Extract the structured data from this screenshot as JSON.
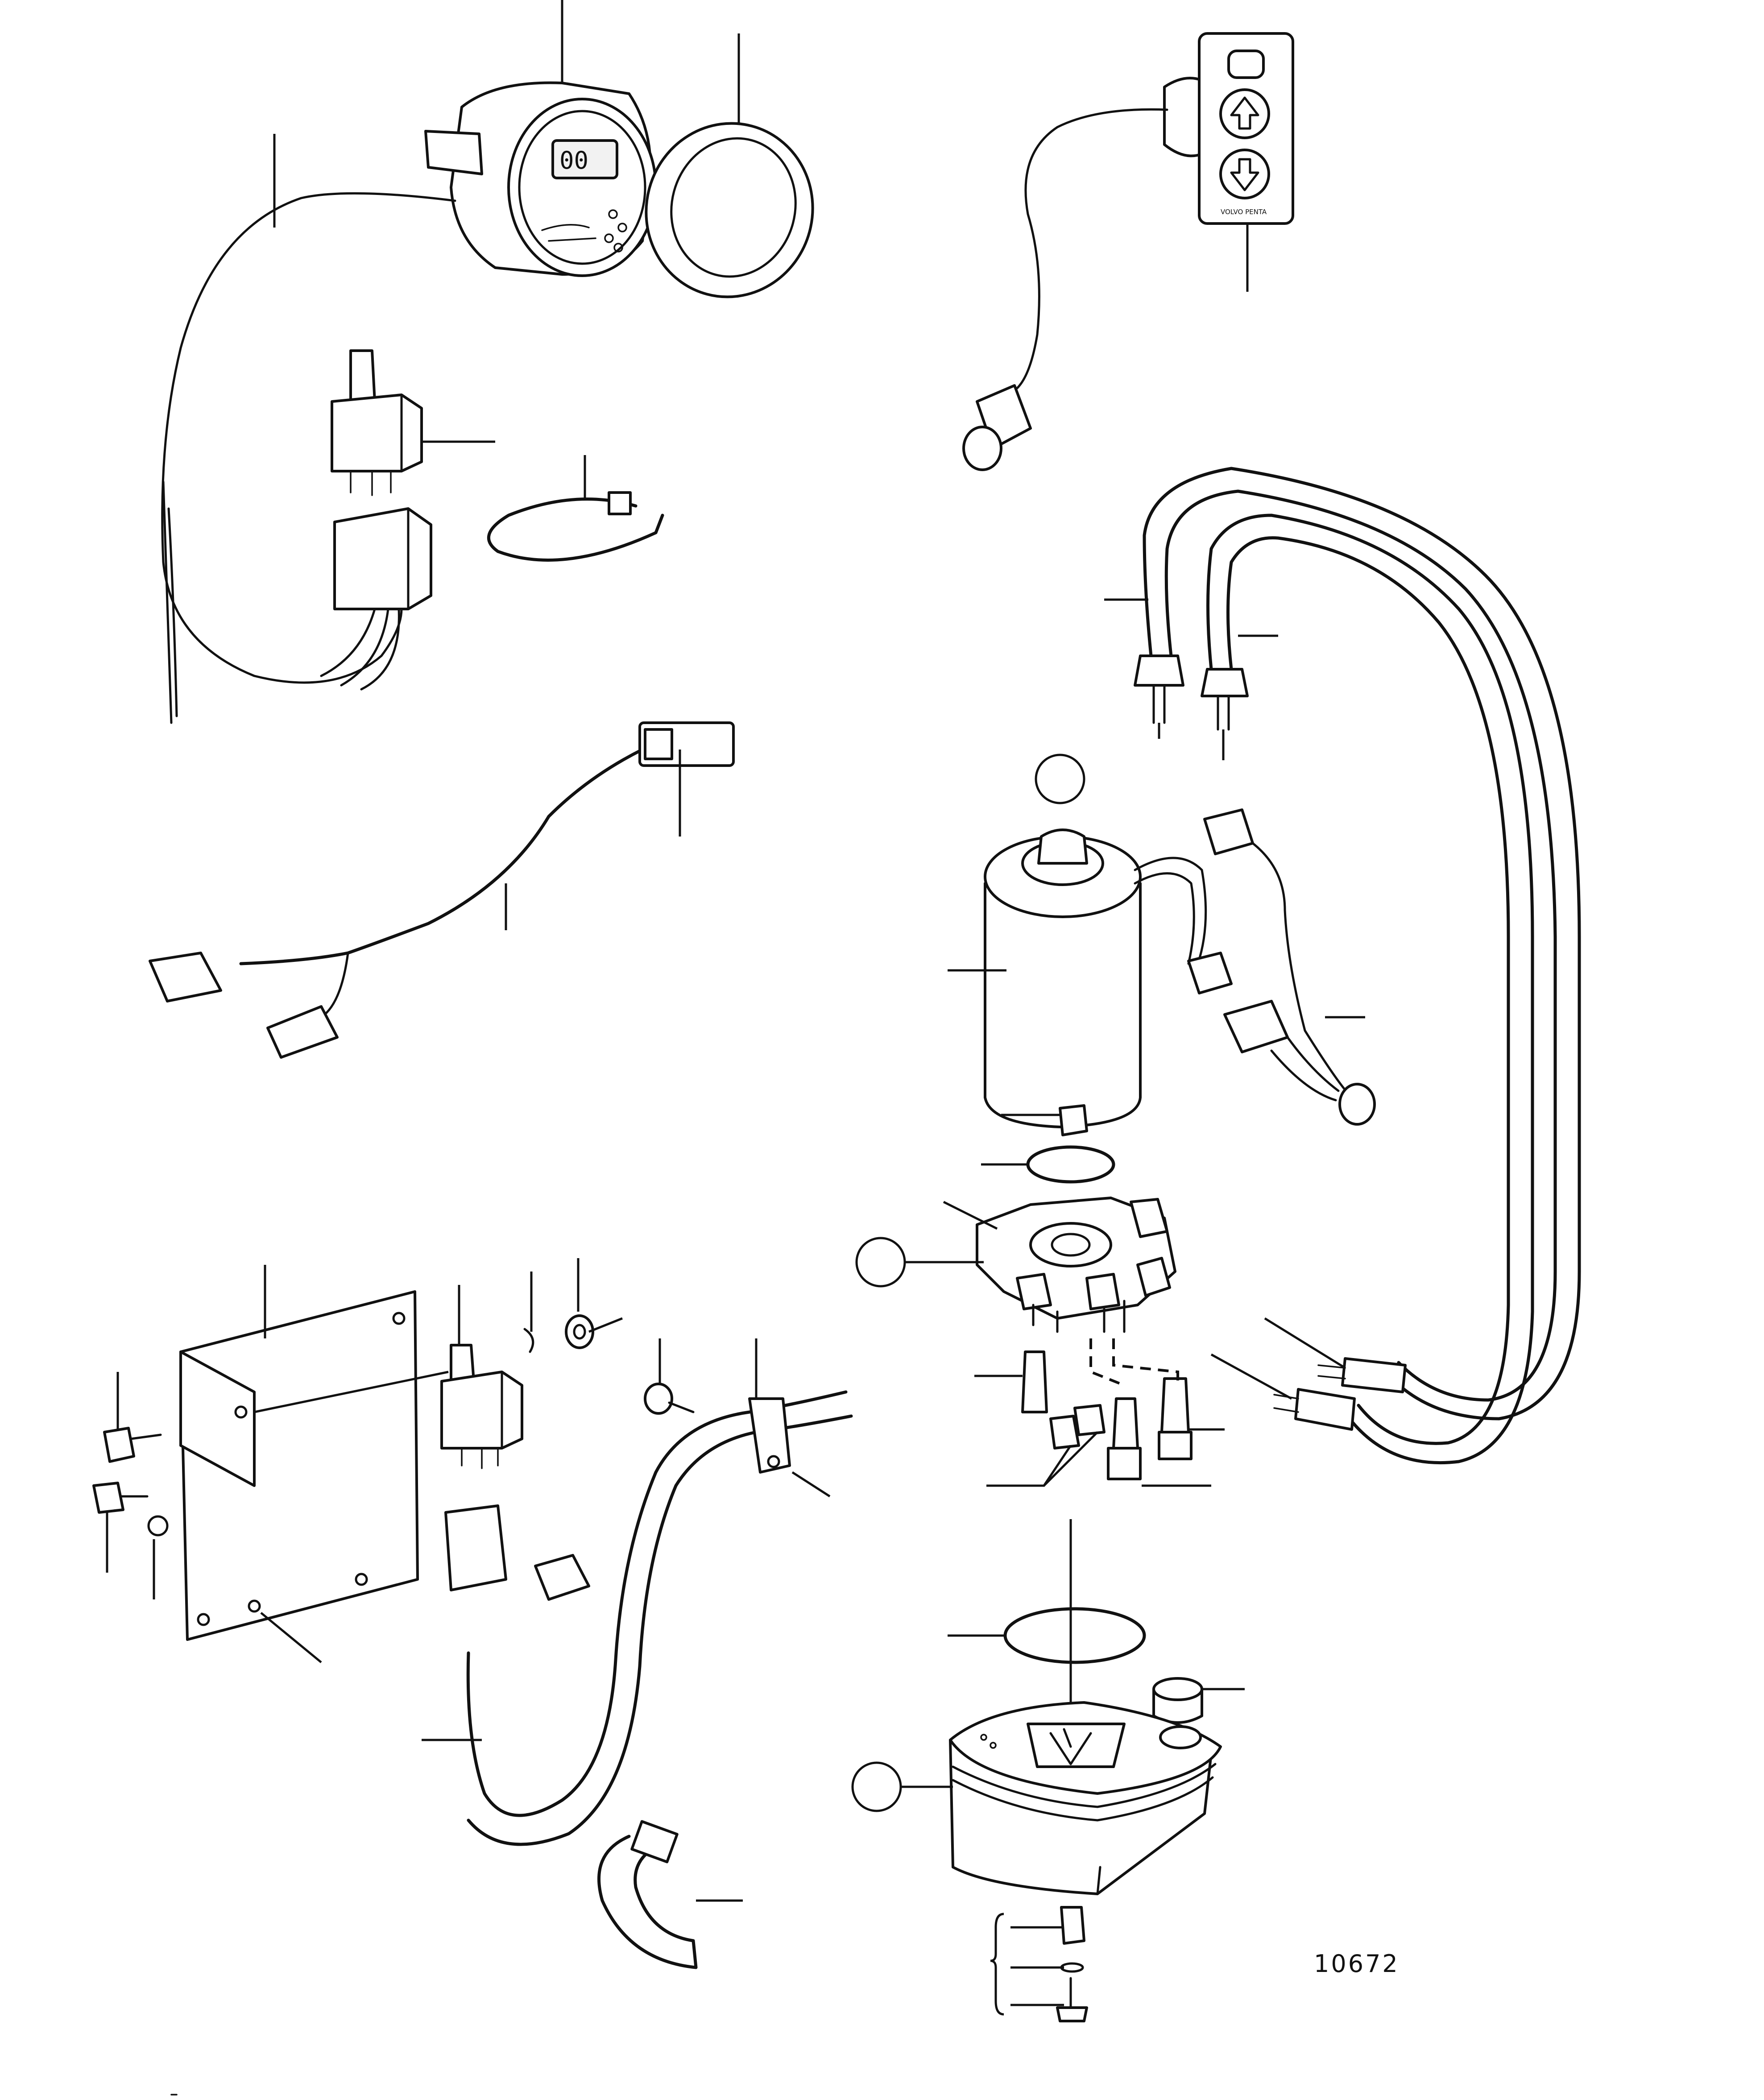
{
  "figure": {
    "reference_number": "10672",
    "display_readout": "00",
    "trim_panel_label": "VOLVO PENTA"
  },
  "colors": {
    "line": "#111111",
    "background": "#ffffff"
  }
}
